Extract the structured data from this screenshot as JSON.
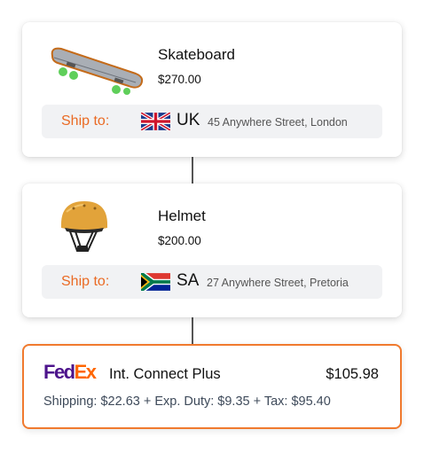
{
  "items": [
    {
      "name": "Skateboard",
      "price": "$270.00",
      "ship_label": "Ship to:",
      "country": "UK",
      "address": "45 Anywhere Street, London"
    },
    {
      "name": "Helmet",
      "price": "$200.00",
      "ship_label": "Ship to:",
      "country": "SA",
      "address": "27 Anywhere Street, Pretoria"
    }
  ],
  "shipping": {
    "logo_text_1": "Fed",
    "logo_text_2": "Ex",
    "service": "Int. Connect Plus",
    "total": "$105.98",
    "breakdown": "Shipping: $22.63 + Exp. Duty: $9.35 + Tax: $95.40"
  },
  "colors": {
    "accent": "#ea6a23",
    "highlight_border": "#f07a2e",
    "fedex_purple": "#4d148c",
    "fedex_orange": "#ff6600"
  },
  "icons": [
    "skateboard-image",
    "helmet-image",
    "uk-flag-icon",
    "south-africa-flag-icon"
  ]
}
